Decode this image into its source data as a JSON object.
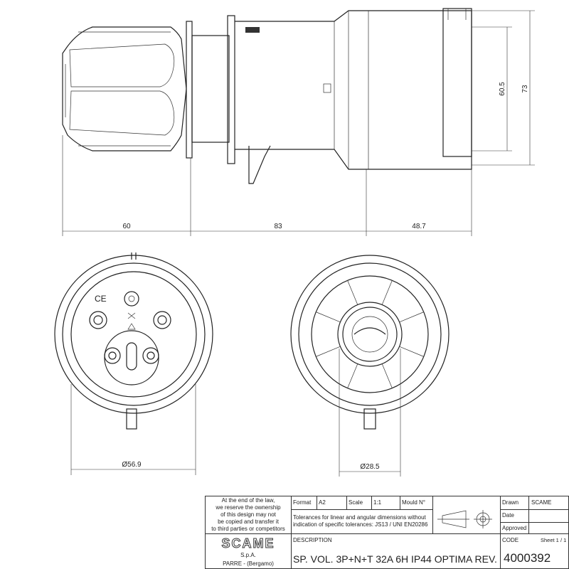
{
  "dimensions": {
    "length_grip": "60",
    "length_body": "83",
    "length_front": "48.7",
    "height_inner": "60.5",
    "height_outer": "73",
    "diameter_rear": "Ø56.9",
    "diameter_front": "Ø28.5"
  },
  "face_marks": {
    "ce": "CE"
  },
  "title_block": {
    "disclaimer": [
      "At the end of the law,",
      "we reserve the ownership",
      "of this design may not",
      "be copied and transfer it",
      "to third parties or competitors"
    ],
    "format_label": "Format",
    "format_value": "A2",
    "scale_label": "Scale",
    "scale_value": "1:1",
    "mould_label": "Mould N°",
    "drawn_label": "Drawn",
    "drawn_value": "SCAME",
    "date_label": "Date",
    "approved_label": "Approved",
    "tolerances": [
      "Tolerances for linear and angular dimensions without",
      "indication of specific tolerances: JS13 / UNI EN20286"
    ],
    "company_logo": "SCAME",
    "company_form": "S.p.A.",
    "company_location": "PARRE - (Bergamo)",
    "description_label": "DESCRIPTION",
    "description": "SP. VOL. 3P+N+T 32A 6H IP44 OPTIMA REV.",
    "code_label": "CODE",
    "sheet": "Sheet 1 / 1",
    "code": "4000392"
  }
}
